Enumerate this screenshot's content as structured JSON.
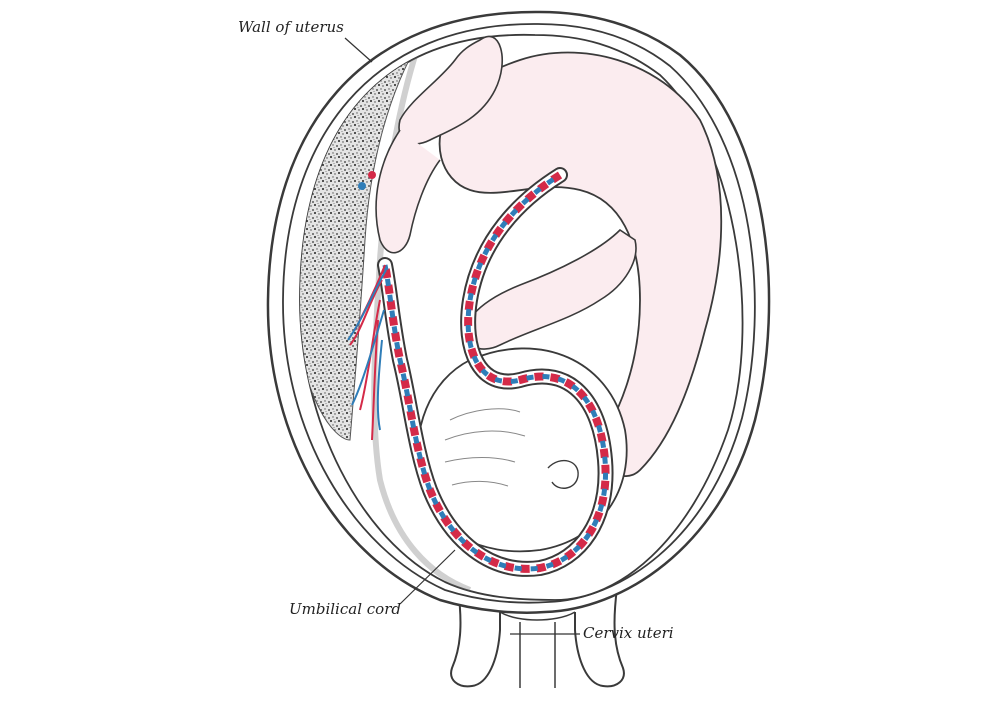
{
  "labels": {
    "wall_of_uterus": "Wall of uterus",
    "umbilical_cord": "Umbilical cord",
    "cervix_uteri": "Cervix uteri"
  },
  "colors": {
    "outline": "#3a3a3a",
    "artery": "#d42a48",
    "vein": "#2f7db8",
    "fetus_skin": "#fbecef",
    "placenta": "#9a9a9a",
    "background": "#ffffff"
  }
}
